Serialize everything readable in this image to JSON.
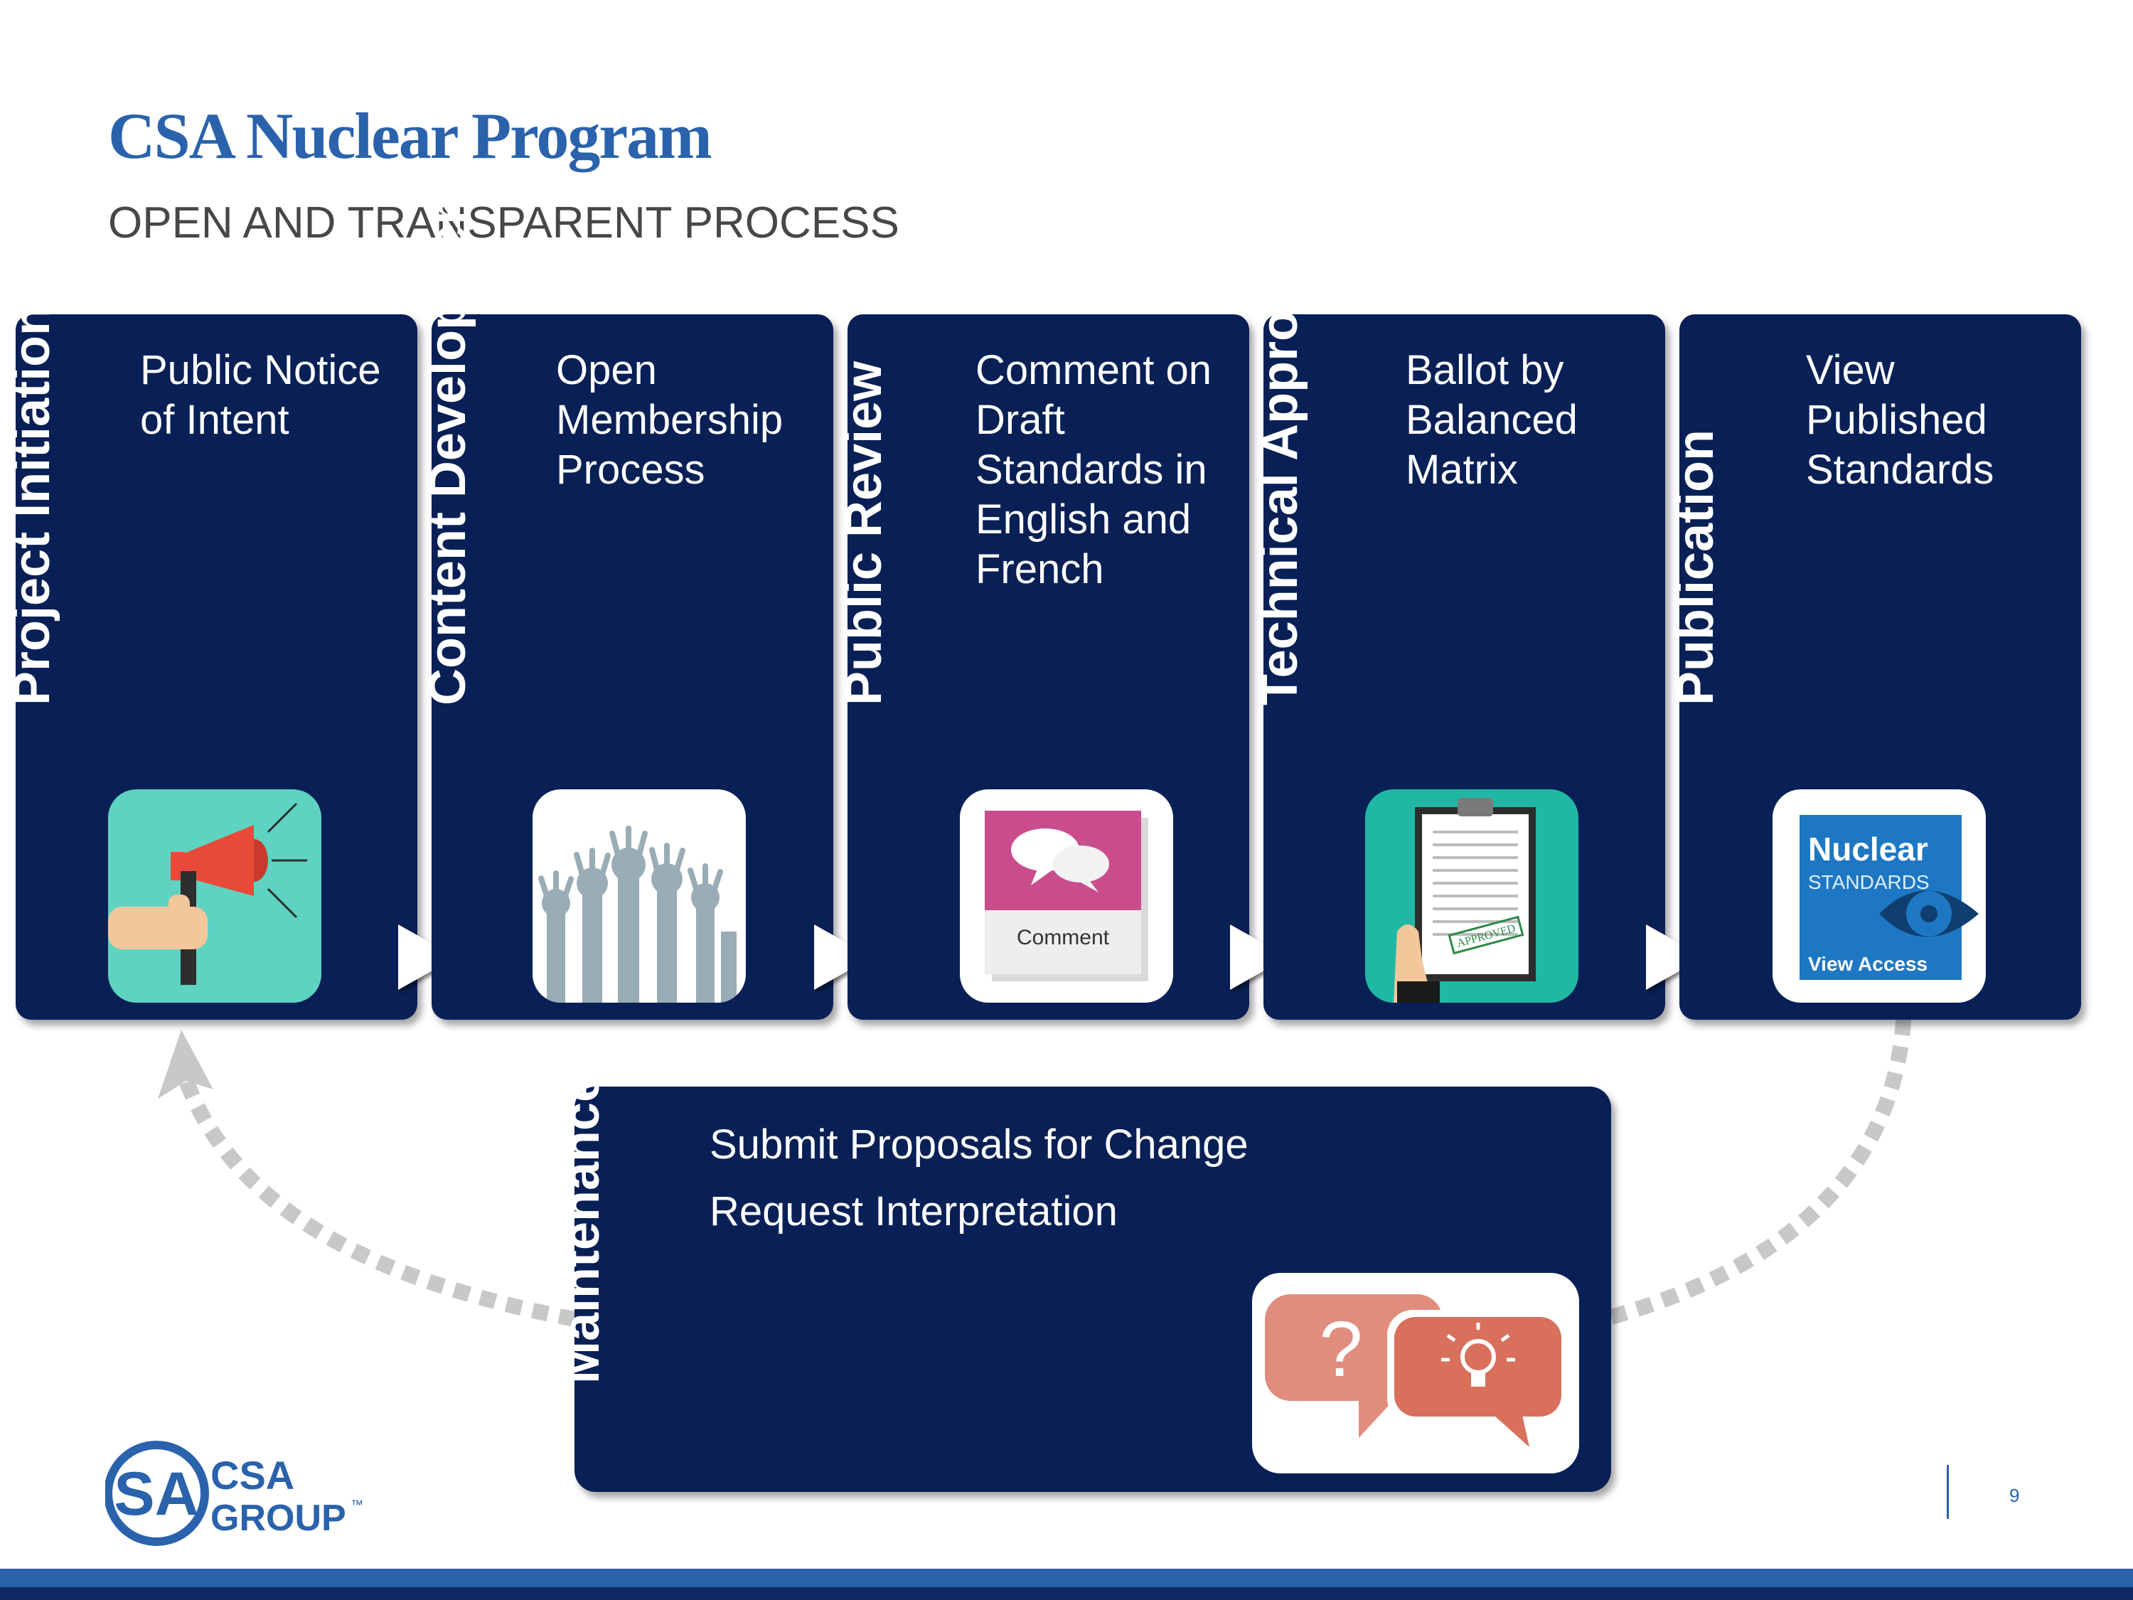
{
  "header": {
    "title": "CSA Nuclear Program",
    "subtitle": "OPEN AND TRANSPARENT PROCESS"
  },
  "stages": [
    {
      "label": "Project Initiation",
      "desc": "Public Notice of Intent",
      "icon": "megaphone-icon"
    },
    {
      "label": "Content Development",
      "desc": "Open Membership Process",
      "icon": "raised-hands-icon"
    },
    {
      "label": "Public Review",
      "desc": "Comment on Draft Standards in English and French",
      "icon": "comment-icon",
      "icon_text": "Comment"
    },
    {
      "label": "Technical Approval",
      "desc": "Ballot by Balanced Matrix",
      "icon": "clipboard-approved-icon",
      "icon_text": "APPROVED"
    },
    {
      "label": "Publication",
      "desc": "View Published Standards",
      "icon": "nuclear-standards-icon",
      "icon_text": {
        "line1": "Nuclear",
        "line2": "STANDARDS",
        "line3": "View Access"
      }
    }
  ],
  "maintenance": {
    "label": "Maintenance",
    "lines": [
      "Submit Proposals for Change",
      "Request Interpretation"
    ],
    "icon": "question-idea-bubbles-icon"
  },
  "logo": {
    "line1": "CSA",
    "line2": "GROUP",
    "mark": "SA",
    "tm": "™"
  },
  "page_number": "9",
  "colors": {
    "title_blue": "#2a62ac",
    "card_navy": "#082055",
    "teal": "#5fd3c2",
    "accent_red": "#e84a3a"
  }
}
